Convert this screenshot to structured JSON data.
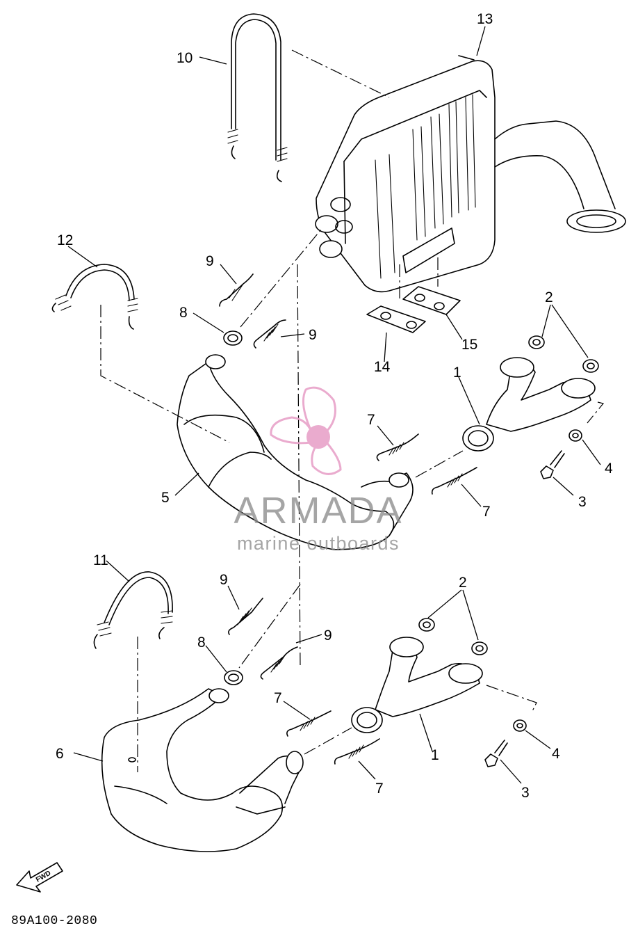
{
  "callouts": {
    "c1a": "1",
    "c1b": "1",
    "c2a": "2",
    "c2b": "2",
    "c3a": "3",
    "c3b": "3",
    "c4a": "4",
    "c4b": "4",
    "c5": "5",
    "c6": "6",
    "c7a": "7",
    "c7b": "7",
    "c7c": "7",
    "c7d": "7",
    "c8a": "8",
    "c8b": "8",
    "c9a": "9",
    "c9b": "9",
    "c9c": "9",
    "c9d": "9",
    "c10": "10",
    "c11": "11",
    "c12": "12",
    "c13": "13",
    "c14": "14",
    "c15": "15"
  },
  "fwd_label": "FWD",
  "diagram_code": "89A100-2080",
  "watermark": {
    "brand": "ARMADA",
    "tagline": "marine outboards",
    "color": "#e8a3c9"
  }
}
